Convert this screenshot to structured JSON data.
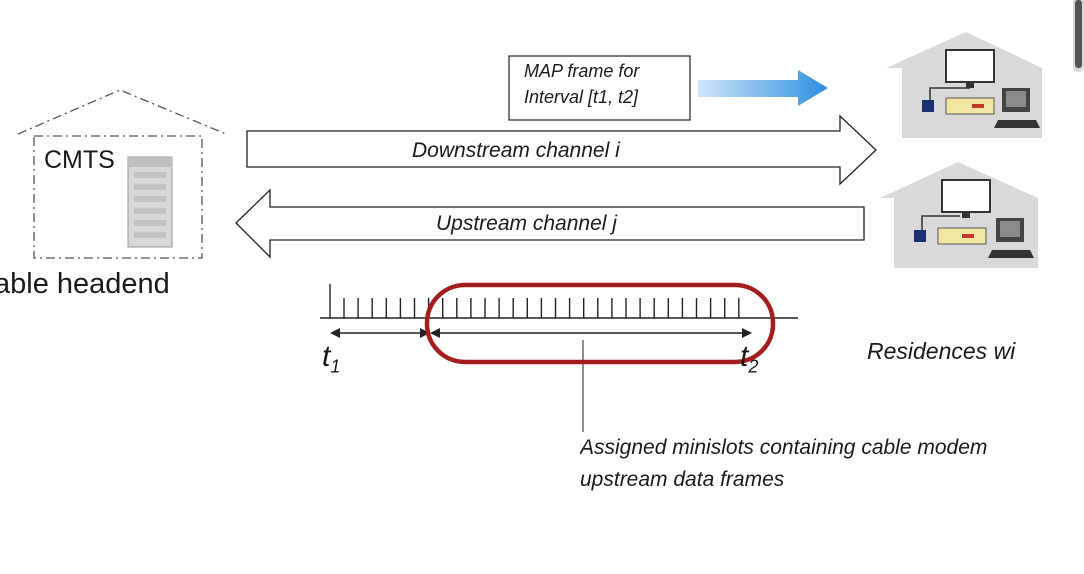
{
  "diagram": {
    "cmts_label": "CMTS",
    "headend_label": "able headend",
    "map_frame_label": [
      "MAP frame for",
      "Interval [t1, t2]"
    ],
    "downstream_label": "Downstream channel i",
    "upstream_label": "Upstream channel j",
    "t1_label": "t",
    "t1_sub": "1",
    "t2_label": "t",
    "t2_sub": "2",
    "residences_label": "Residences wi",
    "minislot_note": [
      "Assigned minislots containing cable modem",
      "upstream data frames"
    ]
  },
  "colors": {
    "arrow_blue": "#2e8fe0",
    "highlight_red": "#a31d1d",
    "house_gray": "#d9d9d9"
  }
}
